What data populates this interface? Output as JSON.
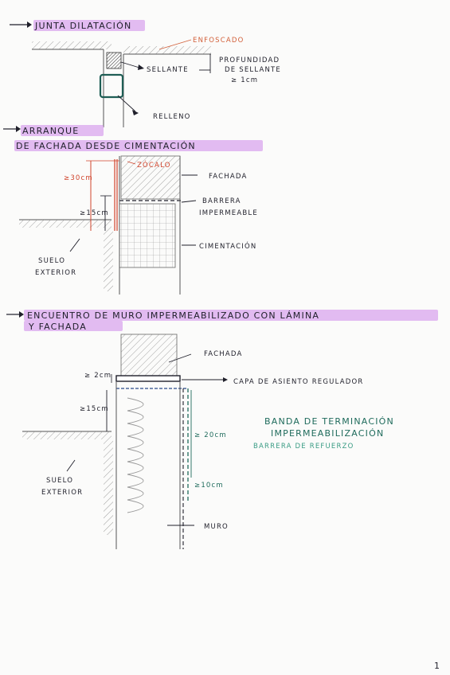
{
  "sections": [
    {
      "title": "JUNTA DILATACIÓN",
      "labels": {
        "enfoscado": "ENFOSCADO",
        "sellante": "SELLANTE",
        "profundidad": [
          "PROFUNDIDAD",
          "DE SELLANTE",
          "≥ 1cm"
        ],
        "relleno": "RELLENO"
      }
    },
    {
      "title": [
        "ARRANQUE",
        "DE FACHADA DESDE CIMENTACIÓN"
      ],
      "labels": {
        "zocalo": "ZÓCALO",
        "dim30": "≥30cm",
        "fachada": "FACHADA",
        "barrera": [
          "BARRERA",
          "IMPERMEABLE"
        ],
        "dim15": "≥15cm",
        "cimentacion": "CIMENTACIÓN",
        "suelo": [
          "SUELO",
          "EXTERIOR"
        ]
      }
    },
    {
      "title": [
        "ENCUENTRO DE MURO IMPERMEABILIZADO CON LÁMINA",
        "Y FACHADA"
      ],
      "labels": {
        "fachada": "FACHADA",
        "dim2": "≥ 2cm",
        "capa": "CAPA DE ASIENTO REGULADOR",
        "dim15": "≥15cm",
        "dim20": "≥ 20cm",
        "dim10": "≥10cm",
        "banda": [
          "BANDA DE TERMINACIÓN",
          "IMPERMEABILIZACIÓN"
        ],
        "barrera": "BARRERA DE REFUERZO",
        "suelo": [
          "SUELO",
          "EXTERIOR"
        ],
        "muro": "MURO"
      }
    }
  ],
  "page_number": "1",
  "colors": {
    "ink": "#1f1f2a",
    "highlight": "#d9a6ee",
    "orange": "#d2603a",
    "red": "#d0442c",
    "teal": "#1f6b5c"
  }
}
